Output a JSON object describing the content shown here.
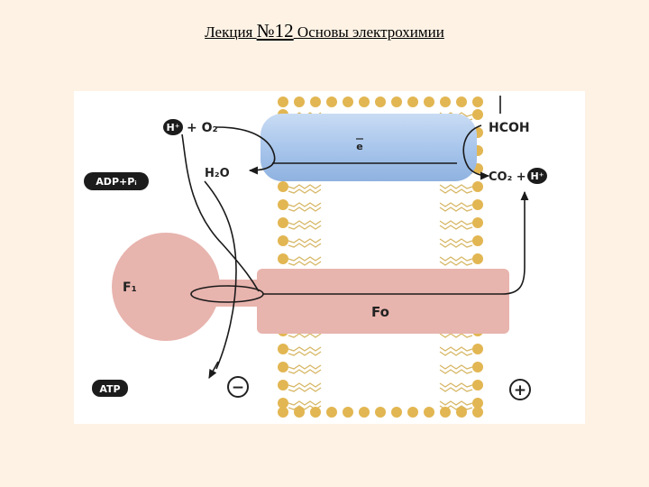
{
  "slide": {
    "title_prefix": "Лекция ",
    "title_num": "№12",
    "title_suffix": " Основы электрохимии"
  },
  "diagram": {
    "labels": {
      "h_plus_top": "H⁺",
      "o2": "+ O₂",
      "h2o": "H₂O",
      "electron": "e",
      "hcoh": "HCOH",
      "co2": "CO₂ +",
      "h_plus_right": "H⁺",
      "adp": "ADP+Pᵢ",
      "atp": "ATP",
      "f1": "F₁",
      "fo": "Fo",
      "minus": "−",
      "plus": "+"
    },
    "colors": {
      "membrane_blue": "#a9c6ec",
      "atpase_pink": "#e8b4ae",
      "lipid_head": "#e2b652",
      "lipid_tail": "#d7b765",
      "arrow": "#1a1a1a",
      "pill": "#1c1c1c"
    }
  }
}
